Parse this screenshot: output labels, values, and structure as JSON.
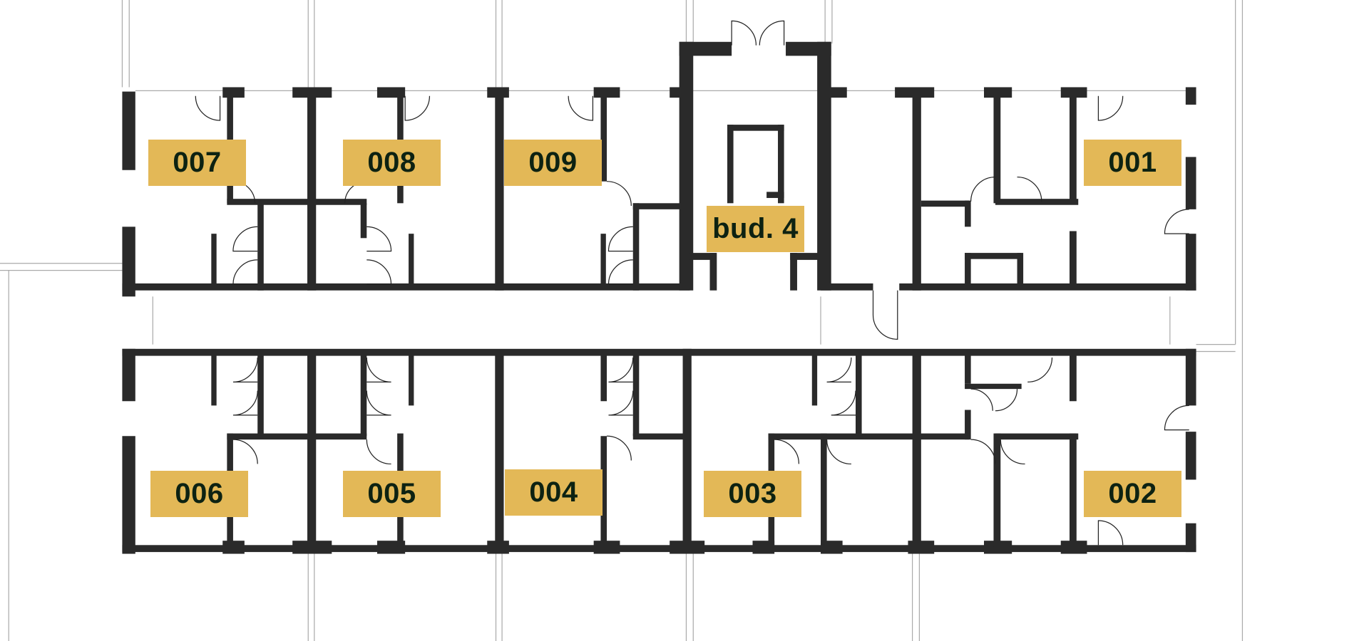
{
  "building": {
    "label": "bud. 4"
  },
  "units": [
    {
      "number": "007"
    },
    {
      "number": "008"
    },
    {
      "number": "009"
    },
    {
      "number": "001"
    },
    {
      "number": "006"
    },
    {
      "number": "005"
    },
    {
      "number": "004"
    },
    {
      "number": "003"
    },
    {
      "number": "002"
    }
  ],
  "colors": {
    "label_bg": "#e3b857",
    "label_text": "#0d2212",
    "wall": "#2a2a2a"
  }
}
